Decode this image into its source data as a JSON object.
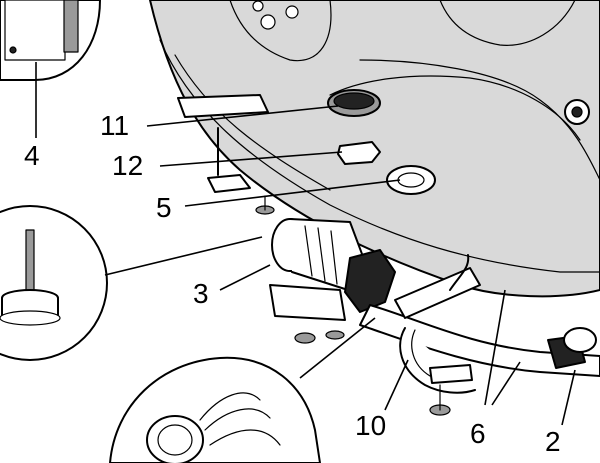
{
  "callouts": [
    {
      "id": "11",
      "label": "11"
    },
    {
      "id": "12",
      "label": "12"
    },
    {
      "id": "5",
      "label": "5"
    },
    {
      "id": "4",
      "label": "4"
    },
    {
      "id": "3",
      "label": "3"
    },
    {
      "id": "10",
      "label": "10"
    },
    {
      "id": "6",
      "label": "6"
    },
    {
      "id": "2",
      "label": "2"
    }
  ],
  "colors": {
    "line": "#000000",
    "tub_shell": "#d9d9d9",
    "background": "#ffffff"
  }
}
